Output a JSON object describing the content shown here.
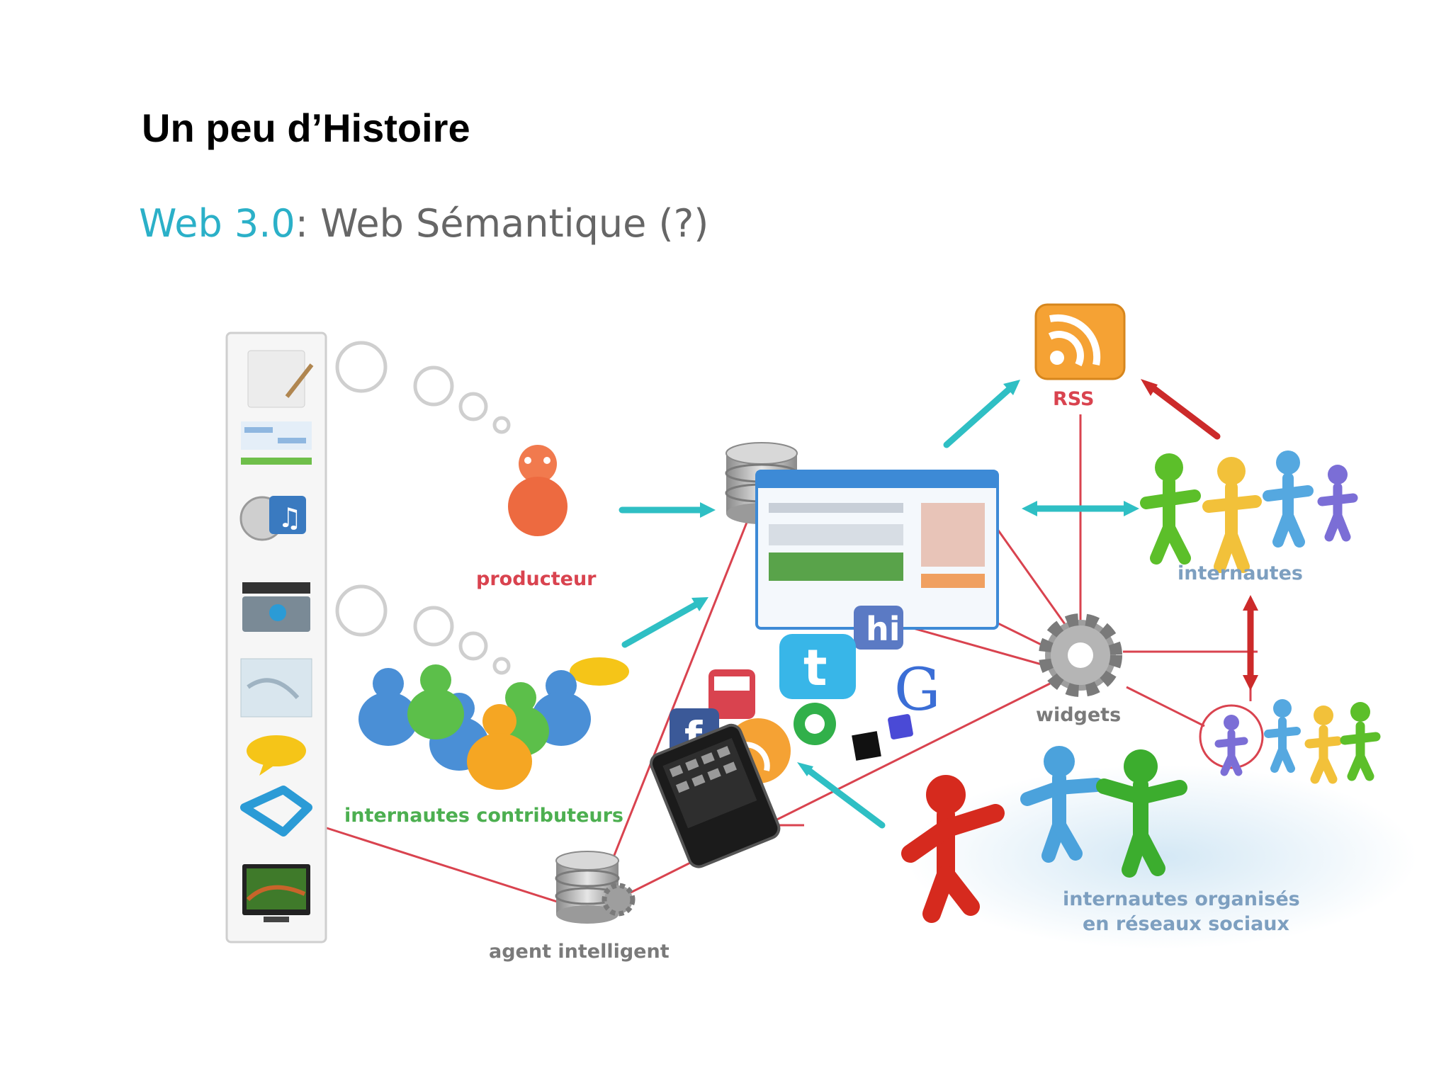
{
  "slide": {
    "title": "Un peu d’Histoire"
  },
  "diagram": {
    "title_prefix": "Web 3.0",
    "title_suffix": ": Web Sémantique (?)",
    "labels": {
      "producteur": "producteur",
      "contributeurs": "internautes contributeurs",
      "agent": "agent intelligent",
      "rss": "RSS",
      "internautes": "internautes",
      "widgets": "widgets",
      "reseaux_line1": "internautes organisés",
      "reseaux_line2": "en réseaux sociaux"
    },
    "colors": {
      "accent": "#2bb0c8",
      "arrow": "#2fbfc4",
      "link_line": "#d9434f",
      "producteur_label": "#d9434f",
      "contributeurs_label": "#4caf50",
      "internautes_label": "#7d9fc0",
      "reseaux_label": "#7d9fc0",
      "rss_orange": "#f5a234"
    },
    "icons": [
      "notepad-icon",
      "document-icon",
      "music-icon",
      "video-icon",
      "map-icon",
      "chat-bubble-icon",
      "tag-icon",
      "tv-icon",
      "database-icon",
      "browser-window-icon",
      "rss-icon",
      "gear-icon",
      "twitter-icon",
      "google-icon",
      "facebook-icon",
      "youtube-icon",
      "phone-icon",
      "people-icon"
    ]
  }
}
